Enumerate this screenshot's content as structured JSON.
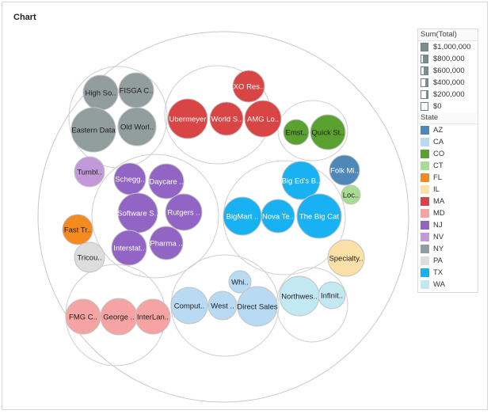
{
  "title": "Chart",
  "legend": {
    "size_title": "Sum(Total)",
    "size_items": [
      {
        "label": "$1,000,000",
        "fraction": 1.0
      },
      {
        "label": "$800,000",
        "fraction": 0.8
      },
      {
        "label": "$600,000",
        "fraction": 0.6
      },
      {
        "label": "$400,000",
        "fraction": 0.4
      },
      {
        "label": "$200,000",
        "fraction": 0.2
      },
      {
        "label": "$0",
        "fraction": 0.0
      }
    ],
    "color_title": "State",
    "color_items": [
      {
        "label": "AZ",
        "color": "#4e88b9"
      },
      {
        "label": "CA",
        "color": "#b8daf2"
      },
      {
        "label": "CO",
        "color": "#5aa12f"
      },
      {
        "label": "CT",
        "color": "#a8dc93"
      },
      {
        "label": "FL",
        "color": "#f58a1f"
      },
      {
        "label": "IL",
        "color": "#fbe0a8"
      },
      {
        "label": "MA",
        "color": "#d94444"
      },
      {
        "label": "MD",
        "color": "#f6a3a3"
      },
      {
        "label": "NJ",
        "color": "#9264c3"
      },
      {
        "label": "NV",
        "color": "#c39ad9"
      },
      {
        "label": "NY",
        "color": "#929e9e"
      },
      {
        "label": "PA",
        "color": "#dddddd"
      },
      {
        "label": "TX",
        "color": "#18b2f2"
      },
      {
        "label": "WA",
        "color": "#c2e8f3"
      }
    ]
  },
  "chart_data": {
    "type": "packed-bubble",
    "size_measure": "Sum(Total)",
    "color_dimension": "State",
    "groups": [
      {
        "state": "NY",
        "items": [
          {
            "label": "High So..",
            "value": 460000
          },
          {
            "label": "FISGA C..",
            "value": 540000
          },
          {
            "label": "Eastern Data",
            "value": 720000
          },
          {
            "label": "Old Worl..",
            "value": 560000
          }
        ]
      },
      {
        "state": "MA",
        "items": [
          {
            "label": "XO Res..",
            "value": 380000
          },
          {
            "label": "Ubermeyer",
            "value": 620000
          },
          {
            "label": "World S..",
            "value": 420000
          },
          {
            "label": "AMG Lo..",
            "value": 530000
          }
        ]
      },
      {
        "state": "CO",
        "items": [
          {
            "label": "Emst..",
            "value": 260000
          },
          {
            "label": "Quick St..",
            "value": 470000
          }
        ]
      },
      {
        "state": "NV",
        "items": [
          {
            "label": "Tumbl..",
            "value": 330000
          }
        ]
      },
      {
        "state": "NJ",
        "items": [
          {
            "label": "Schegg..",
            "value": 380000
          },
          {
            "label": "Daycare ..",
            "value": 450000
          },
          {
            "label": "Software S..",
            "value": 590000
          },
          {
            "label": "Rutgers ..",
            "value": 520000
          },
          {
            "label": "Interstat..",
            "value": 450000
          },
          {
            "label": "Pharma ..",
            "value": 400000
          }
        ]
      },
      {
        "state": "AZ",
        "items": [
          {
            "label": "Folk Mi..",
            "value": 350000
          }
        ]
      },
      {
        "state": "TX",
        "items": [
          {
            "label": "Big Ed's B..",
            "value": 540000
          },
          {
            "label": "BigMart ..",
            "value": 520000
          },
          {
            "label": "Nova Te..",
            "value": 440000
          },
          {
            "label": "The Big Cat",
            "value": 700000
          }
        ]
      },
      {
        "state": "CT",
        "items": [
          {
            "label": "Loc..",
            "value": 160000
          }
        ]
      },
      {
        "state": "FL",
        "items": [
          {
            "label": "Fast Tr..",
            "value": 330000
          }
        ]
      },
      {
        "state": "PA",
        "items": [
          {
            "label": "Tricou..",
            "value": 350000
          }
        ]
      },
      {
        "state": "IL",
        "items": [
          {
            "label": "Specialty..",
            "value": 480000
          }
        ]
      },
      {
        "state": "MD",
        "items": [
          {
            "label": "FMG C..",
            "value": 480000
          },
          {
            "label": "George ..",
            "value": 520000
          },
          {
            "label": "InterLan..",
            "value": 520000
          }
        ]
      },
      {
        "state": "CA",
        "items": [
          {
            "label": "Whi..",
            "value": 190000
          },
          {
            "label": "Comput..",
            "value": 540000
          },
          {
            "label": "West ..",
            "value": 330000
          },
          {
            "label": "Direct Sales",
            "value": 680000
          }
        ]
      },
      {
        "state": "WA",
        "items": [
          {
            "label": "Northwes..",
            "value": 560000
          },
          {
            "label": "Infinit..",
            "value": 330000
          }
        ]
      }
    ]
  }
}
